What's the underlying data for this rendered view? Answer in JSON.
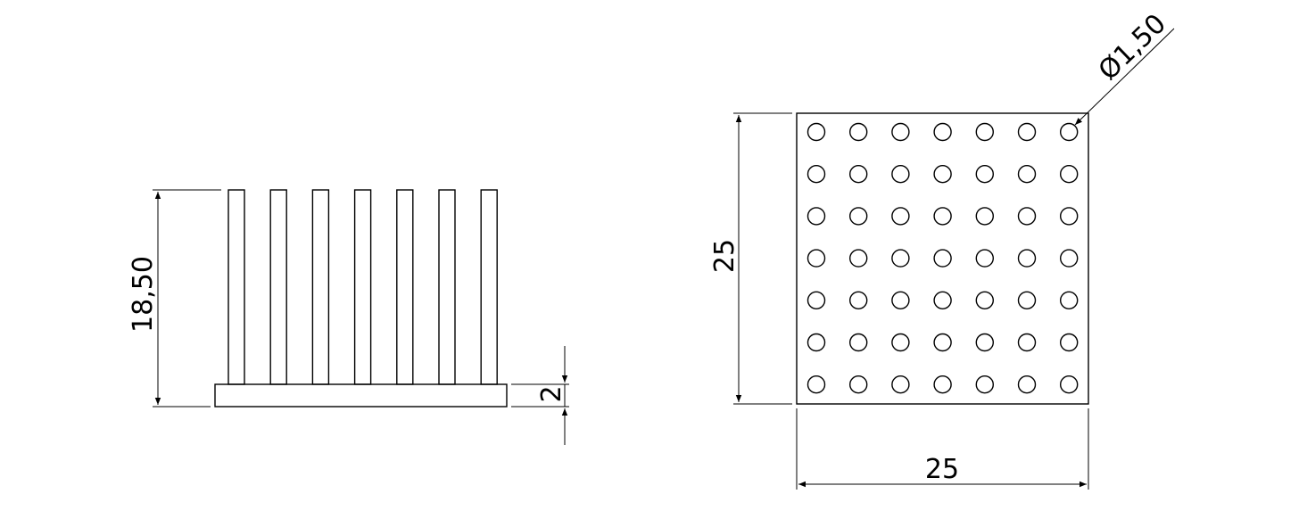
{
  "side_view": {
    "overall_height_label": "18,50",
    "base_thickness_label": "2",
    "pin_count": 7
  },
  "top_view": {
    "height_label": "25",
    "width_label": "25",
    "pin_diameter_label": "Ø1,50",
    "grid_rows": 7,
    "grid_cols": 7
  }
}
